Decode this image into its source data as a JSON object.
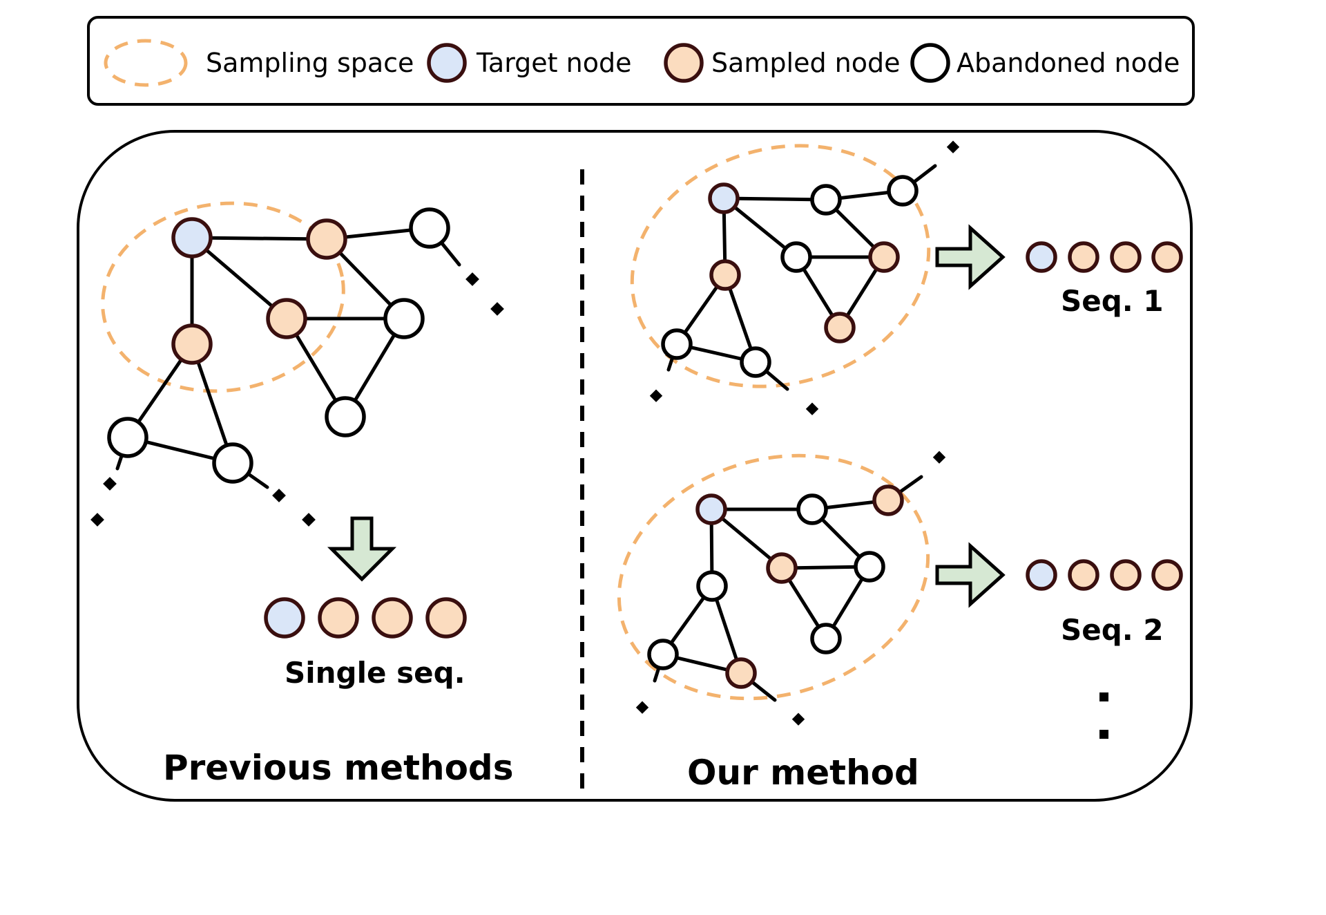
{
  "legend": {
    "sampling_space": "Sampling space",
    "target_node": "Target node",
    "sampled_node": "Sampled node",
    "abandoned_node": "Abandoned node"
  },
  "colors": {
    "target_fill": "#dae6f8",
    "sampled_fill": "#fbdcbf",
    "abandoned_fill": "#ffffff",
    "sampling_space_stroke": "#f3b26d",
    "arrow_fill": "#d6e8d3",
    "node_border": "#3a0f0f"
  },
  "panels": {
    "previous": {
      "title": "Previous methods",
      "sequence_label": "Single seq.",
      "sequence_nodes": [
        "target",
        "sampled",
        "sampled",
        "sampled"
      ]
    },
    "ours": {
      "title": "Our method",
      "sequences": [
        {
          "label": "Seq. 1",
          "nodes": [
            "target",
            "sampled",
            "sampled",
            "sampled"
          ]
        },
        {
          "label": "Seq. 2",
          "nodes": [
            "target",
            "sampled",
            "sampled",
            "sampled"
          ]
        }
      ]
    }
  }
}
